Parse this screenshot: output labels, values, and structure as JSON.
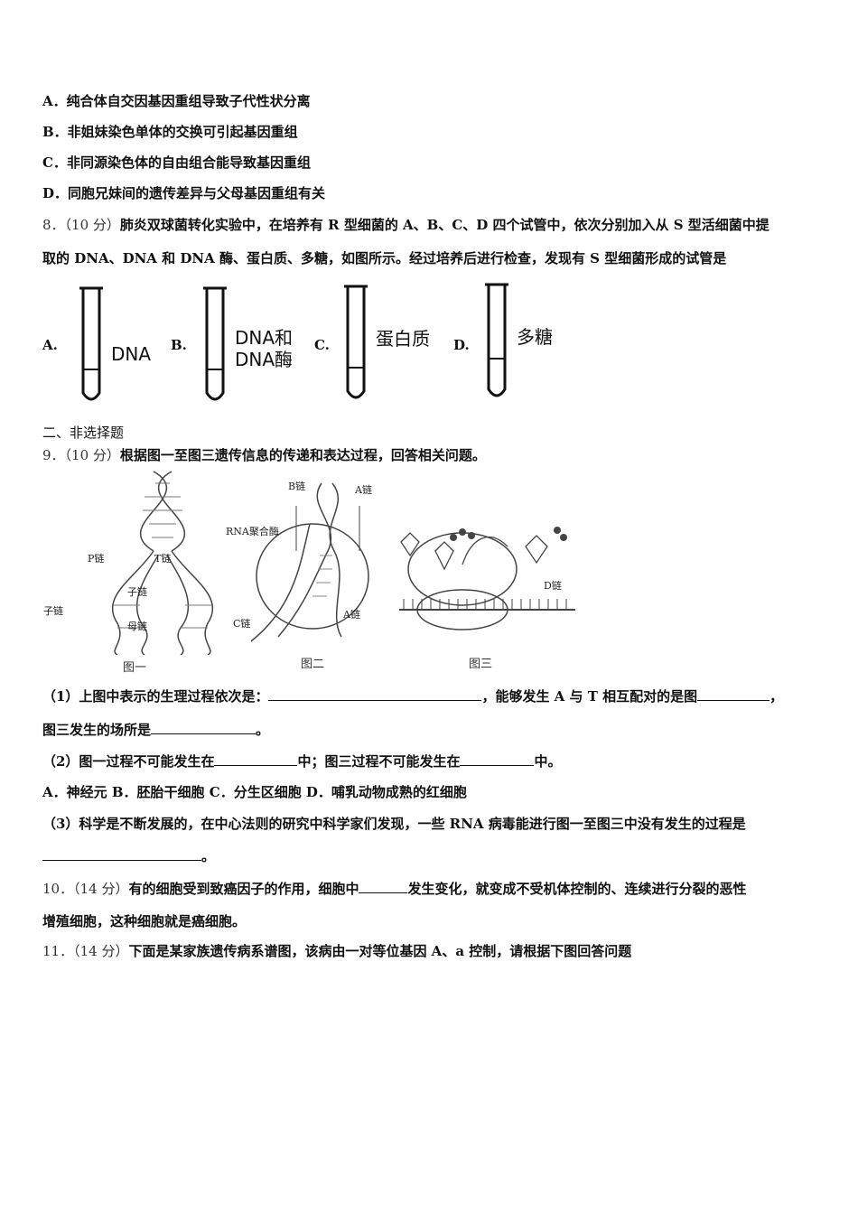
{
  "q7": {
    "optA": "A．纯合体自交因基因重组导致子代性状分离",
    "optB": "B．非姐妹染色单体的交换可引起基因重组",
    "optC": "C．非同源染色体的自由组合能导致基因重组",
    "optD": "D．同胞兄妹间的遗传差异与父母基因重组有关"
  },
  "q8": {
    "num": "8．",
    "score": "（10 分）",
    "text_line1": "肺炎双球菌转化实验中，在培养有 R 型细菌的 A、B、C、D 四个试管中，依次分别加入从 S 型活细菌中提",
    "text_line2": "取的 DNA、DNA 和 DNA 酶、蛋白质、多糖，如图所示。经过培养后进行检查，发现有 S 型细菌形成的试管是",
    "tubes": [
      {
        "label": "A.",
        "text1": "DNA",
        "text2": ""
      },
      {
        "label": "B.",
        "text1": "DNA和",
        "text2": "DNA酶"
      },
      {
        "label": "C.",
        "text1": "蛋白质",
        "text2": ""
      },
      {
        "label": "D.",
        "text1": "多糖",
        "text2": ""
      }
    ]
  },
  "section2": "二、非选择题",
  "q9": {
    "num": "9．",
    "score": "（10 分）",
    "text": "根据图一至图三遗传信息的传递和表达过程，回答相关问题。",
    "fig1": {
      "caption": "图一",
      "p_chain": "P链",
      "t_chain": "T链",
      "child_chain": "子链",
      "child_chain2": "子链",
      "parent_chain": "母链"
    },
    "fig2": {
      "caption": "图二",
      "b_chain": "B链",
      "a_chain": "A链",
      "rna_pol": "RNA聚合酶",
      "c_chain": "C链",
      "a_chain2": "A链"
    },
    "fig3": {
      "caption": "图三",
      "d_chain": "D链"
    },
    "sub1_a": "（1）上图中表示的生理过程依次是：",
    "sub1_b": "，能够发生 A 与 T 相互配对的是图",
    "sub1_c": "，",
    "sub1_d": "图三发生的场所是",
    "sub1_e": "。",
    "sub2_a": "（2）图一过程不可能发生在",
    "sub2_b": "中；图三过程不可能发生在",
    "sub2_c": "中。",
    "sub2_opts": "A．神经元   B．胚胎干细胞    C．分生区细胞    D．哺乳动物成熟的红细胞",
    "sub3_a": "（3）科学是不断发展的，在中心法则的研究中科学家们发现，一些 RNA 病毒能进行图一至图三中没有发生的过程是",
    "sub3_b": "。"
  },
  "q10": {
    "num": "10．",
    "score": "（14 分）",
    "text_a": "有的细胞受到致癌因子的作用，细胞中",
    "text_b": "发生变化，就变成不受机体控制的、连续进行分裂的恶性",
    "text_line2": "增殖细胞，这种细胞就是癌细胞。"
  },
  "q11": {
    "num": "11．",
    "score": "（14 分）",
    "text": "下面是某家族遗传病系谱图，该病由一对等位基因 A、a 控制，请根据下图回答问题"
  }
}
